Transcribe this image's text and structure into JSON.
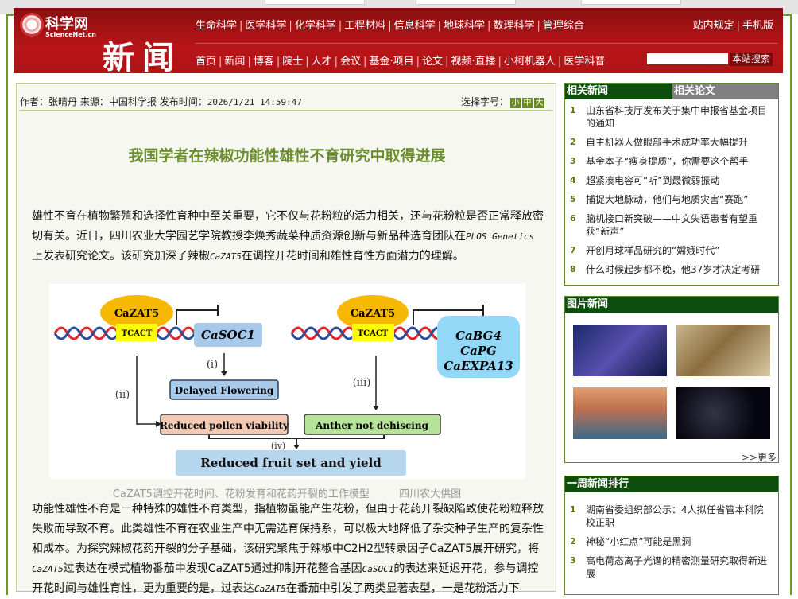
{
  "site": {
    "logo_cn": "科学网",
    "logo_en": "ScienceNet.cn",
    "section_title": "新闻"
  },
  "nav_top": [
    "生命科学",
    "医学科学",
    "化学科学",
    "工程材料",
    "信息科学",
    "地球科学",
    "数理科学",
    "管理综合"
  ],
  "nav_right": [
    "站内规定",
    "手机版"
  ],
  "nav_bottom": [
    "首页",
    "新闻",
    "博客",
    "院士",
    "人才",
    "会议",
    "基金·项目",
    "论文",
    "视频·直播",
    "小柯机器人",
    "医学科普"
  ],
  "search": {
    "value": "",
    "button": "本站搜索"
  },
  "article": {
    "meta": {
      "author_label": "作者：",
      "author": "张晴丹",
      "source_label": "来源：",
      "source": "中国科学报",
      "time_label": "发布时间：",
      "time": "2026/1/21 14:59:47"
    },
    "font_size": {
      "label": "选择字号：",
      "options": [
        "小",
        "中",
        "大"
      ]
    },
    "title": "我国学者在辣椒功能性雄性不育研究中取得进展",
    "p1": {
      "a": "雄性不育在植物繁殖和选择性育种中至关重要，它不仅与花粉粒的活力相关，还与花粉粒是否正常释放密切有关。近日，四川农业大学园艺学院教授李焕秀蔬菜种质资源创新与新品种选育团队在",
      "journal": "PLOS Genetics",
      "b": "上发表研究论文。该研究加深了辣椒",
      "gene": "CaZAT5",
      "c": "在调控开花时间和雄性育性方面潜力的理解。"
    },
    "figure": {
      "protein": "CaZAT5",
      "motif": "TCACT",
      "target1": "CaSOC1",
      "targets2": [
        "CaBG4",
        "CaPG",
        "CaEXPA13"
      ],
      "i": "(i)",
      "ii": "(ii)",
      "iii": "(iii)",
      "iv": "(iv)",
      "delayed": "Delayed Flowering",
      "pollen": "Reduced pollen viability",
      "anther": "Anther not dehiscing",
      "result": "Reduced fruit set and yield"
    },
    "caption": "CaZAT5调控开花时间、花粉发育和花药开裂的工作模型",
    "caption_credit": "四川农大供图",
    "p2": {
      "a": "功能性雄性不育是一种特殊的雄性不育类型，指植物虽能产生花粉，但由于花药开裂缺陷致使花粉粒释放失败而导致不育。此类雄性不育在农业生产中无需选育保持系，可以极大地降低了杂交种子生产的复杂性和成本。为探究辣椒花药开裂的分子基础，该研究聚焦于辣椒中C2H2型转录因子CaZAT5展开研究，将",
      "g1": "CaZAT5",
      "b": "过表达在模式植物番茄中发现CaZAT5通过抑制开花整合基因",
      "g2": "CaSOC1",
      "c": "的表达来延迟开花，参与调控开花时间与雄性育性，更为重要的是，过表达",
      "g3": "CaZAT5",
      "d": "在番茄中引发了两类显著表型，一是花粉活力下"
    }
  },
  "related": {
    "tabs": [
      "相关新闻",
      "相关论文"
    ],
    "items": [
      "山东省科技厅发布关于集中申报省基金项目的通知",
      "自主机器人做眼部手术成功率大幅提升",
      "基金本子“瘦身提质”，你需要这个帮手",
      "超紧凑电容可“听”到最微弱振动",
      "捕捉大地脉动，他们与地质灾害“赛跑”",
      "脑机接口新突破——中文失语患者有望重获“新声”",
      "开创月球样品研究的“嫦娥时代”",
      "什么时候起步都不晚，他37岁才决定考研"
    ]
  },
  "photo_news": {
    "title": "图片新闻",
    "more": ">>更多"
  },
  "weekly": {
    "title": "一周新闻排行",
    "items": [
      "湖南省委组织部公示：4人拟任省管本科院校正职",
      "神秘“小红点”可能是黑洞",
      "高电荷态离子光谱的精密测量研究取得新进展"
    ]
  }
}
